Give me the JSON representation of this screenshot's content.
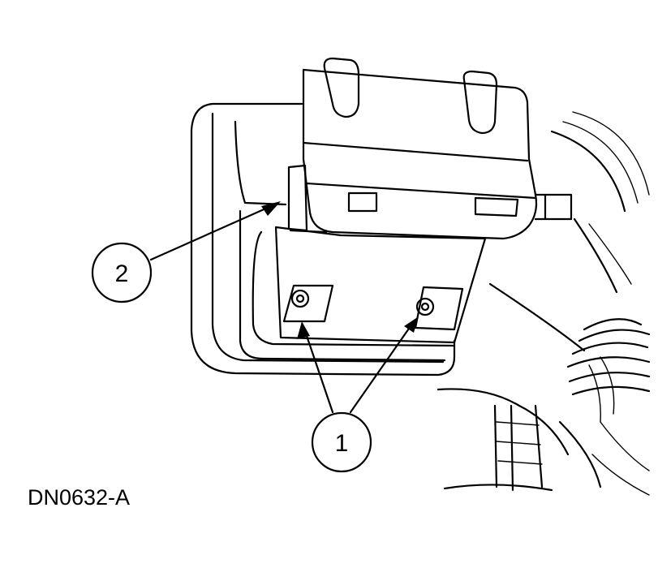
{
  "figure": {
    "id_label": "DN0632-A"
  },
  "callouts": [
    {
      "label": "1"
    },
    {
      "label": "2"
    }
  ]
}
